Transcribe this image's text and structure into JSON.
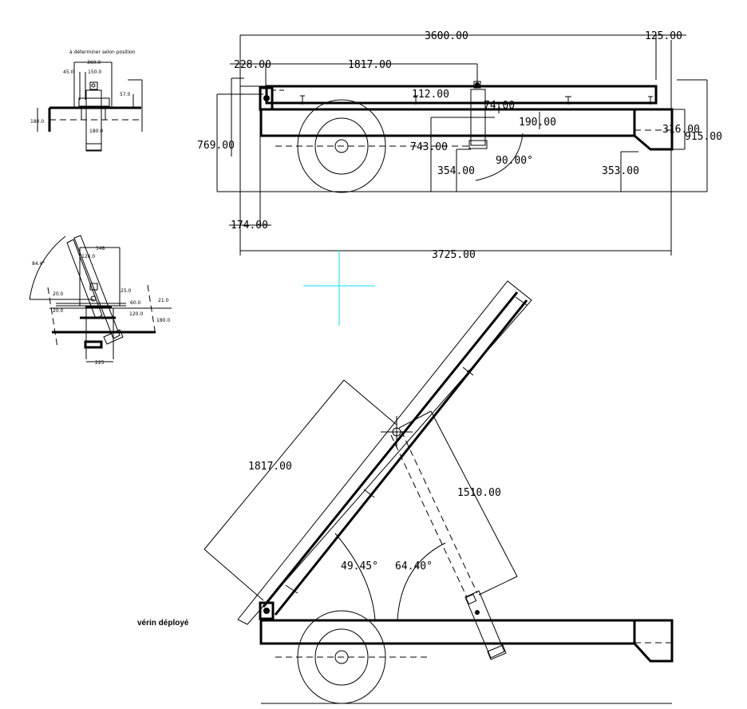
{
  "title_note": "à déterminer selon position",
  "deployed_label": "vérin déployé",
  "colors": {
    "line": "#000000",
    "crosshair": "#00e5ff",
    "background": "#ffffff"
  },
  "top_view": {
    "dims": {
      "d3600": "3600.00",
      "d125": "125.00",
      "d228": "228.00",
      "d1817": "1817.00",
      "d112": "112.00",
      "d74": "74.00",
      "d190": "190.00",
      "d316": "316.00",
      "d915": "915.00",
      "d769": "769.00",
      "d743": "743.00",
      "d354": "354.00",
      "d90": "90.00°",
      "d353": "353.00",
      "d174": "174.00",
      "d3725": "3725.00"
    }
  },
  "detail_a": {
    "dims": {
      "d360": "360.0",
      "d45": "45.0",
      "d150": "150.0",
      "d57": "57.0",
      "d180a": "180.0",
      "d180b": "180.0"
    }
  },
  "detail_b": {
    "dims": {
      "d548": "548",
      "d120": "120.0",
      "d84": "84.4°",
      "d20a": "20.0",
      "d20b": "20.0",
      "d25": "25.0",
      "d60": "60.0",
      "d21": "21.0",
      "d1205": "120.0",
      "d180": "180.0",
      "d225": "225"
    }
  },
  "deployed_view": {
    "dims": {
      "d1817": "1817.00",
      "d1510": "1510.00",
      "d4945": "49.45°",
      "d6440": "64.40°"
    }
  }
}
